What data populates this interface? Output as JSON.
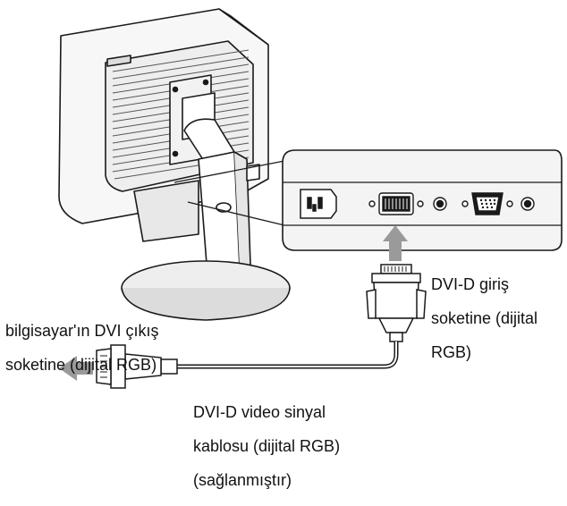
{
  "labels": {
    "dvi_input": [
      "DVI-D giriş",
      "soketine (dijital",
      "RGB)"
    ],
    "computer_output": [
      "bilgisayar'ın DVI çıkış",
      "soketine (dijital RGB)"
    ],
    "cable": [
      "DVI-D video sinyal",
      "kablosu (dijital RGB)",
      "(sağlanmıştır)"
    ]
  },
  "colors": {
    "line": "#1a1a1a",
    "panel_fill": "#f2f2f2",
    "arrow_fill": "#9a9a9a",
    "shadow": "#bdbdbd"
  },
  "icons": [
    "monitor-rear-illustration",
    "connector-panel-illustration",
    "ac-power-socket-icon",
    "dvi-d-port-icon",
    "d-sub-port-icon",
    "dvi-cable-connector-icon",
    "arrow-up-icon",
    "arrow-left-icon"
  ]
}
